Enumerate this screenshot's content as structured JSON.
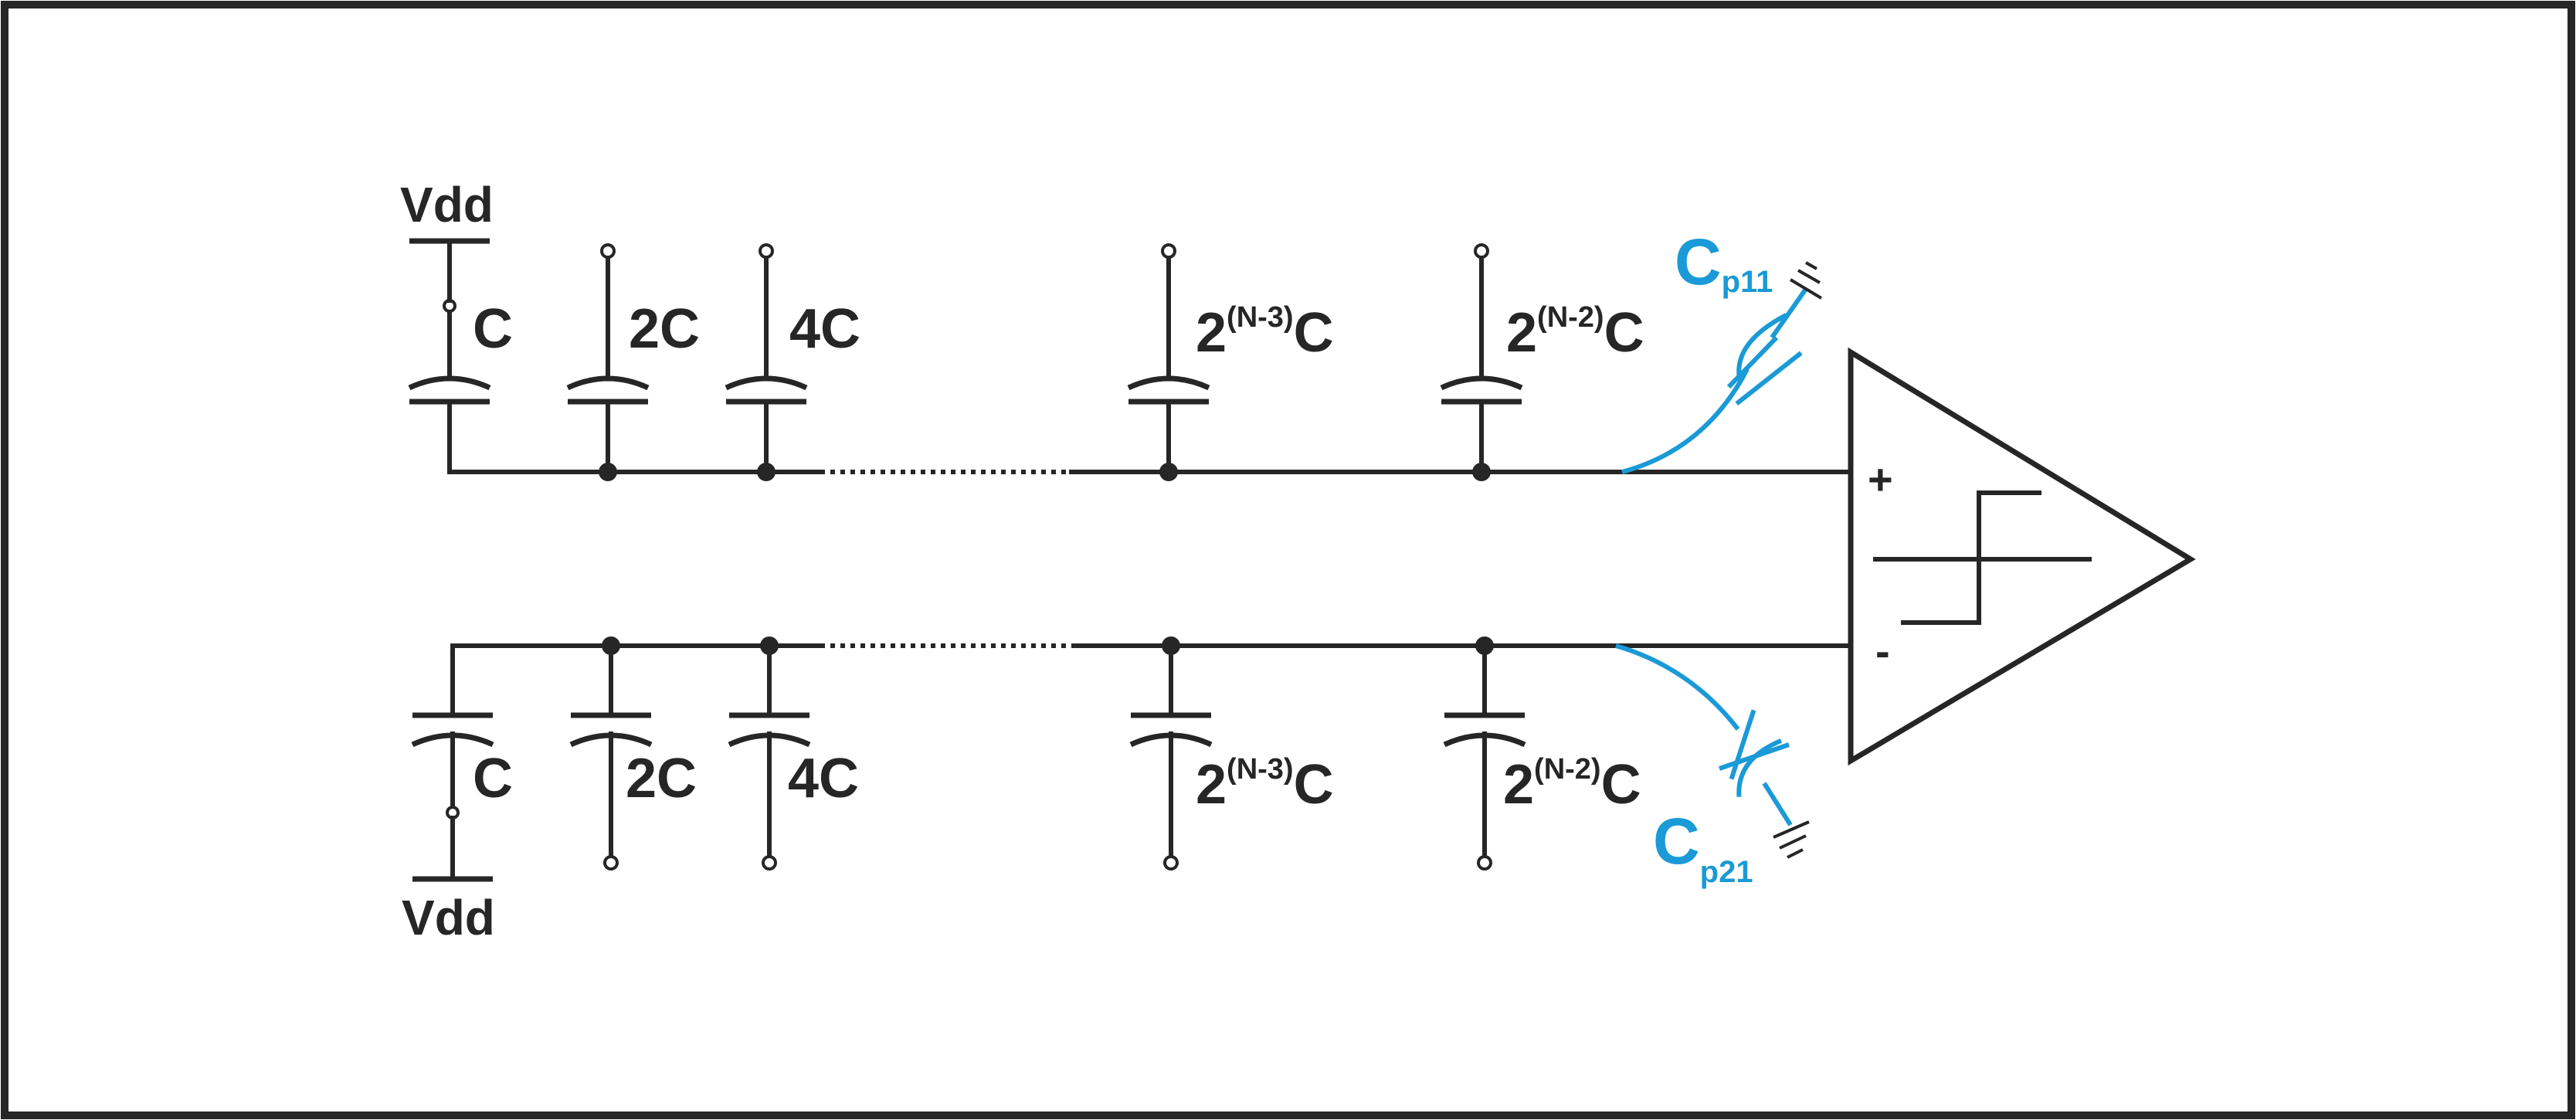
{
  "supply": {
    "top": "Vdd",
    "bottom": "Vdd"
  },
  "top_array": {
    "caps": [
      {
        "base": "C",
        "exp": "",
        "suffix": ""
      },
      {
        "base": "2C",
        "exp": "",
        "suffix": ""
      },
      {
        "base": "4C",
        "exp": "",
        "suffix": ""
      },
      {
        "base": "2",
        "exp": "(N-3)",
        "suffix": "C"
      },
      {
        "base": "2",
        "exp": "(N-2)",
        "suffix": "C"
      }
    ]
  },
  "bottom_array": {
    "caps": [
      {
        "base": "C",
        "exp": "",
        "suffix": ""
      },
      {
        "base": "2C",
        "exp": "",
        "suffix": ""
      },
      {
        "base": "4C",
        "exp": "",
        "suffix": ""
      },
      {
        "base": "2",
        "exp": "(N-3)",
        "suffix": "C"
      },
      {
        "base": "2",
        "exp": "(N-2)",
        "suffix": "C"
      }
    ]
  },
  "parasitics": {
    "top": {
      "base": "C",
      "sub": "p11"
    },
    "bottom": {
      "base": "C",
      "sub": "p21"
    }
  },
  "comparator": {
    "plus": "+",
    "minus": "-"
  },
  "colors": {
    "wire": "#262626",
    "parasitic": "#1a9ad6",
    "frame": "#262626"
  }
}
